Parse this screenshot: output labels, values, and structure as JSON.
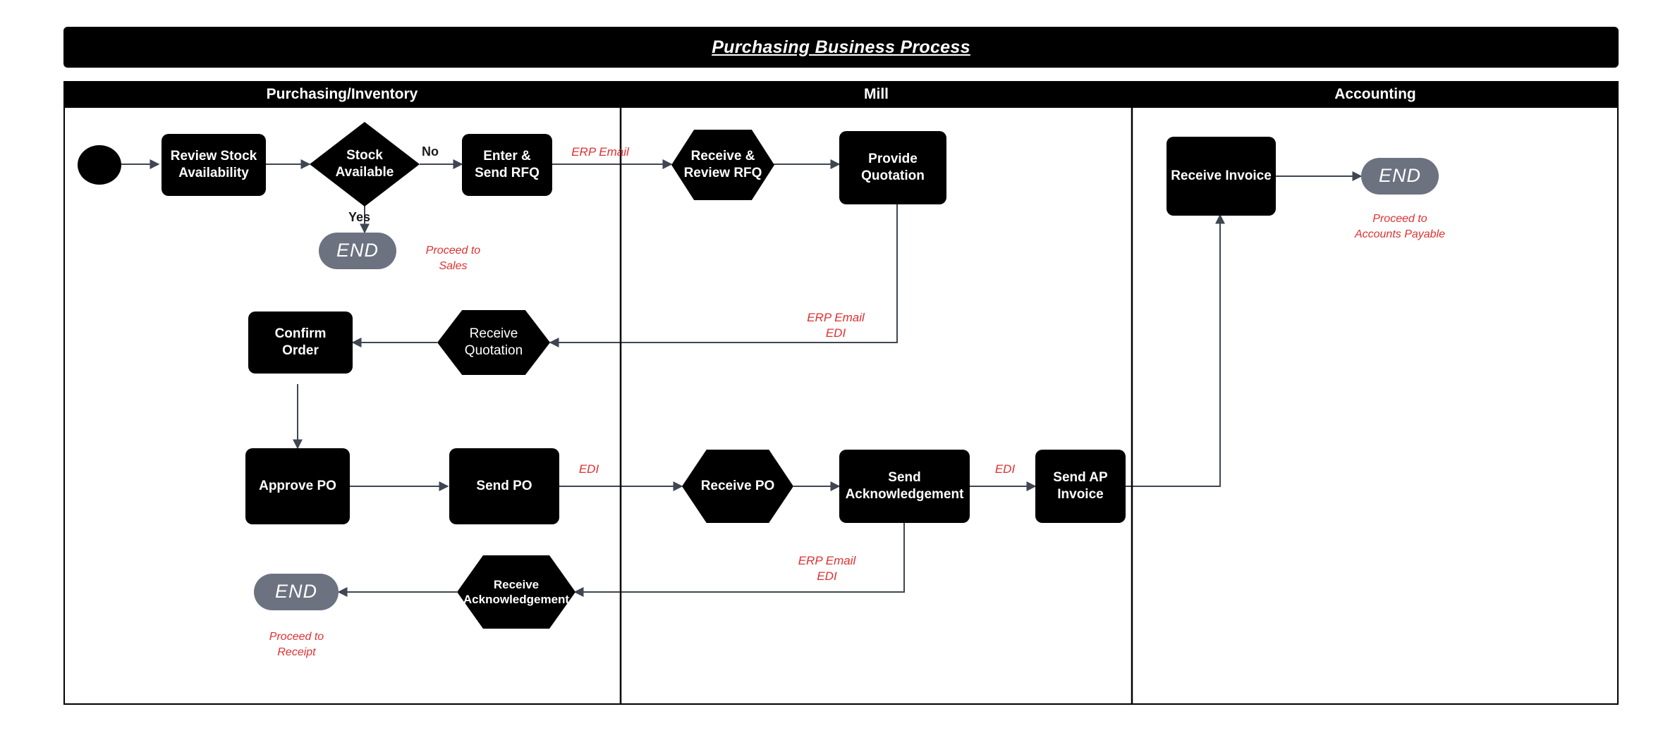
{
  "diagram": {
    "title": "Purchasing Business Process",
    "lanes": [
      {
        "id": "purchasing",
        "label": "Purchasing/Inventory"
      },
      {
        "id": "mill",
        "label": "Mill"
      },
      {
        "id": "accounting",
        "label": "Accounting"
      }
    ],
    "colors": {
      "node_fill": "#000000",
      "node_text": "#ffffff",
      "end_fill": "#6c7280",
      "message_label": "#e03030",
      "connector": "#3f4652",
      "background": "#ffffff"
    },
    "nodes": [
      {
        "id": "start",
        "type": "start",
        "lane": "purchasing",
        "label": ""
      },
      {
        "id": "review-stock",
        "type": "task",
        "lane": "purchasing",
        "label": "Review Stock\nAvailability"
      },
      {
        "id": "stock-available",
        "type": "decision",
        "lane": "purchasing",
        "label": "Stock\nAvailable"
      },
      {
        "id": "enter-send-rfq",
        "type": "task",
        "lane": "purchasing",
        "label": "Enter &\nSend RFQ"
      },
      {
        "id": "end-sales",
        "type": "end",
        "lane": "purchasing",
        "label": "END"
      },
      {
        "id": "confirm-order",
        "type": "task",
        "lane": "purchasing",
        "label": "Confirm\nOrder"
      },
      {
        "id": "receive-quotation",
        "type": "hexagon",
        "lane": "purchasing",
        "label": "Receive\nQuotation"
      },
      {
        "id": "approve-po",
        "type": "task",
        "lane": "purchasing",
        "label": "Approve PO"
      },
      {
        "id": "send-po",
        "type": "task",
        "lane": "purchasing",
        "label": "Send PO"
      },
      {
        "id": "receive-acknowledgement",
        "type": "hexagon",
        "lane": "purchasing",
        "label": "Receive\nAcknowledgement"
      },
      {
        "id": "end-receipt",
        "type": "end",
        "lane": "purchasing",
        "label": "END"
      },
      {
        "id": "receive-review-rfq",
        "type": "hexagon",
        "lane": "mill",
        "label": "Receive &\nReview RFQ"
      },
      {
        "id": "provide-quotation",
        "type": "task",
        "lane": "mill",
        "label": "Provide\nQuotation"
      },
      {
        "id": "receive-po",
        "type": "hexagon",
        "lane": "mill",
        "label": "Receive PO"
      },
      {
        "id": "send-acknowledgement",
        "type": "task",
        "lane": "mill",
        "label": "Send\nAcknowledgement"
      },
      {
        "id": "send-ap-invoice",
        "type": "task",
        "lane": "mill",
        "label": "Send AP\nInvoice"
      },
      {
        "id": "receive-invoice",
        "type": "task",
        "lane": "accounting",
        "label": "Receive Invoice"
      },
      {
        "id": "end-accounts-payable",
        "type": "end",
        "lane": "accounting",
        "label": "END"
      }
    ],
    "flow_labels": [
      {
        "id": "branch-no",
        "text": "No"
      },
      {
        "id": "branch-yes",
        "text": "Yes"
      }
    ],
    "message_labels": [
      {
        "id": "msg-rfq",
        "text": "ERP Email"
      },
      {
        "id": "msg-quotation",
        "text": "ERP Email\nEDI"
      },
      {
        "id": "msg-po",
        "text": "EDI"
      },
      {
        "id": "msg-ap-invoice",
        "text": "EDI"
      },
      {
        "id": "msg-acknowledgement",
        "text": "ERP Email\nEDI"
      }
    ],
    "notes": [
      {
        "id": "note-sales",
        "text": "Proceed to\nSales"
      },
      {
        "id": "note-receipt",
        "text": "Proceed to\nReceipt"
      },
      {
        "id": "note-accounts-payable",
        "text": "Proceed to\nAccounts Payable"
      }
    ]
  }
}
